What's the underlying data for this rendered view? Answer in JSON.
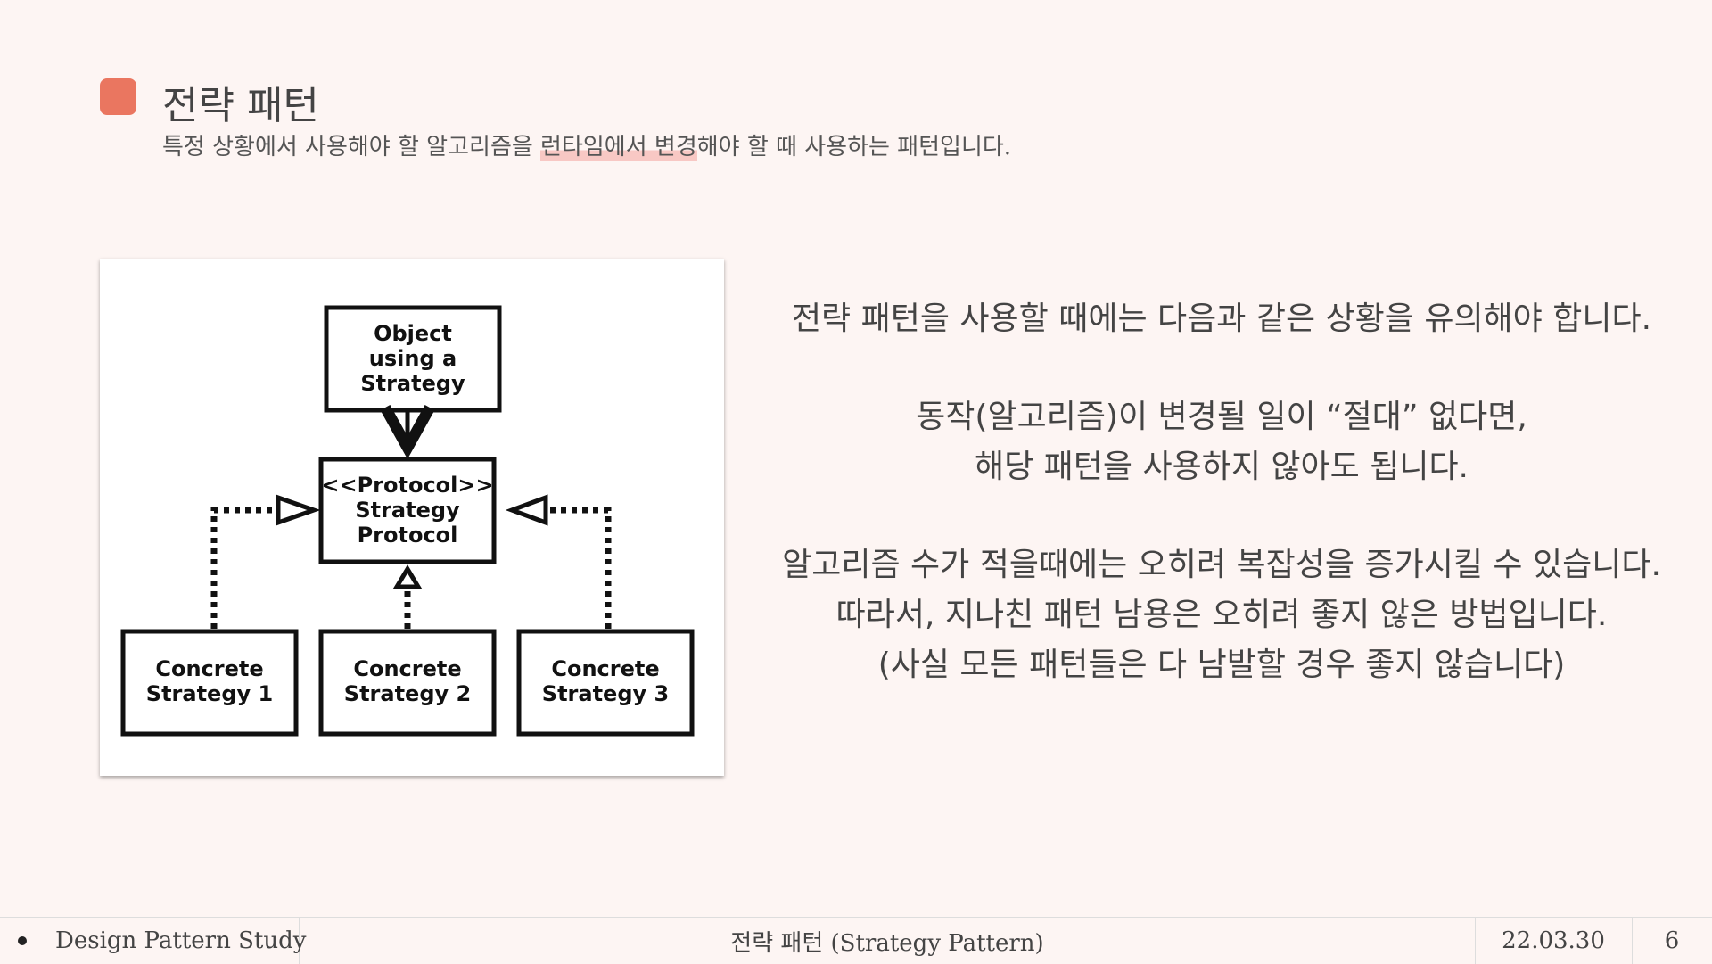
{
  "header": {
    "title": "전략 패턴",
    "subtitle_before": "특정 상황에서 사용해야 할 알고리즘을 ",
    "subtitle_highlight": "런타임에서 변경",
    "subtitle_after": "해야 할 때 사용하는 패턴입니다."
  },
  "diagram": {
    "context_box": [
      "Object",
      "using a",
      "Strategy"
    ],
    "protocol_box": [
      "<<Protocol>>",
      "Strategy",
      "Protocol"
    ],
    "concrete_boxes": [
      [
        "Concrete",
        "Strategy 1"
      ],
      [
        "Concrete",
        "Strategy 2"
      ],
      [
        "Concrete",
        "Strategy 3"
      ]
    ]
  },
  "notes": {
    "intro": "전략 패턴을 사용할 때에는 다음과 같은 상황을 유의해야 합니다.",
    "para1": [
      "동작(알고리즘)이 변경될 일이 “절대” 없다면,",
      "해당 패턴을 사용하지 않아도 됩니다."
    ],
    "para2": [
      "알고리즘 수가 적을때에는 오히려 복잡성을 증가시킬 수 있습니다.",
      "따라서, 지나친 패턴 남용은 오히려 좋지 않은 방법입니다.",
      "(사실 모든 패턴들은 다 남발할 경우 좋지 않습니다)"
    ]
  },
  "footer": {
    "study_name": "Design Pattern Study",
    "slide_title": "전략 패턴 (Strategy Pattern)",
    "date": "22.03.30",
    "page": "6"
  },
  "colors": {
    "accent": "#ea7660",
    "background": "#fdf5f3",
    "highlight": "#f8c8c4"
  }
}
